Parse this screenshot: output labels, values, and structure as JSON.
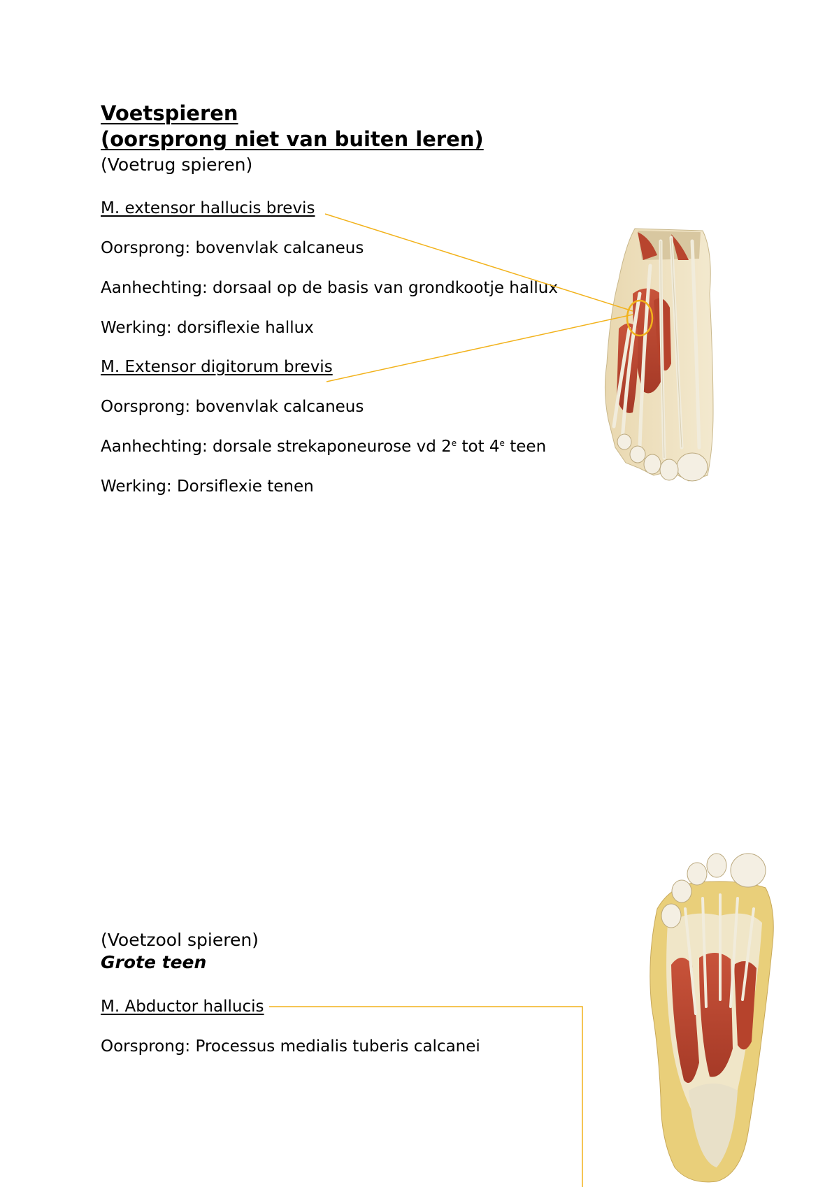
{
  "section1": {
    "title": "Voetspieren",
    "subtitle": "(oorsprong niet van buiten leren)",
    "group": "(Voetrug spieren)",
    "muscles": [
      {
        "name": "M. extensor hallucis brevis",
        "origin": "Oorsprong: bovenvlak calcaneus",
        "insertion": "Aanhechting: dorsaal op de basis van grondkootje hallux",
        "action": "Werking: dorsiflexie hallux"
      },
      {
        "name": "M. Extensor digitorum brevis",
        "origin": "Oorsprong: bovenvlak calcaneus",
        "insertion_pre": "Aanhechting: dorsale strekaponeurose vd 2",
        "insertion_sup1": "e",
        "insertion_mid": " tot 4",
        "insertion_sup2": "e",
        "insertion_post": " teen",
        "action": "Werking: Dorsiflexie tenen"
      }
    ]
  },
  "section2": {
    "group": "(Voetzool spieren)",
    "subgroup": "Grote teen",
    "muscles": [
      {
        "name": "M. Abductor hallucis",
        "origin": "Oorsprong: Processus medialis tuberis calcanei"
      }
    ]
  },
  "colors": {
    "annotation": "#f2b21b",
    "muscle": "#b8452e",
    "tendon": "#eae3cc",
    "fat": "#e9cf7a"
  }
}
